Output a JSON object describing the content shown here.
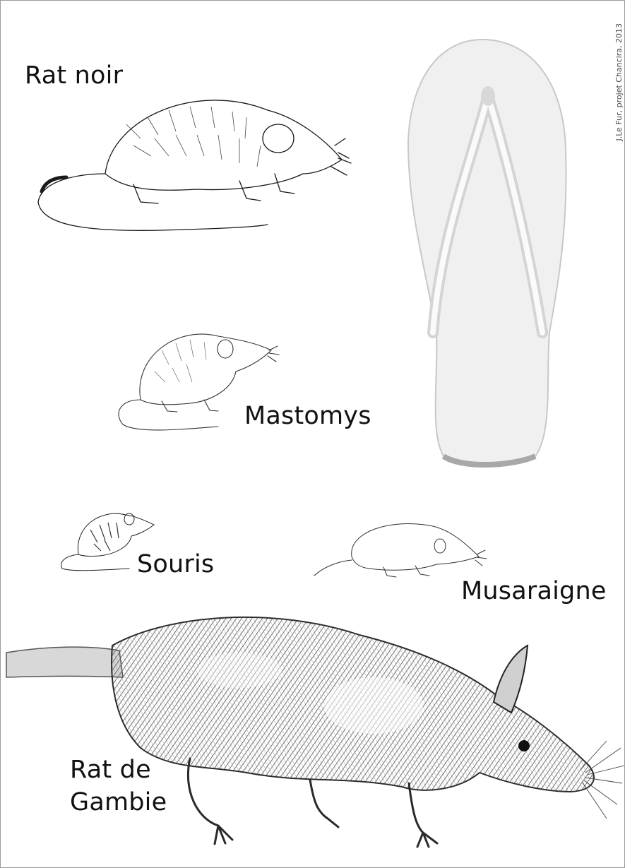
{
  "credit": "J.Le Fur, projet Chancira, 2013",
  "labels": {
    "rat_noir": "Rat noir",
    "mastomys": "Mastomys",
    "souris": "Souris",
    "musaraigne": "Musaraigne",
    "rat_de_gambie_line1": "Rat de",
    "rat_de_gambie_line2": "Gambie"
  },
  "colors": {
    "ink": "#111111",
    "sandal": "#f0f0f0",
    "sandal_shadow": "#c8c8c8",
    "frame": "#9a9a9a"
  }
}
